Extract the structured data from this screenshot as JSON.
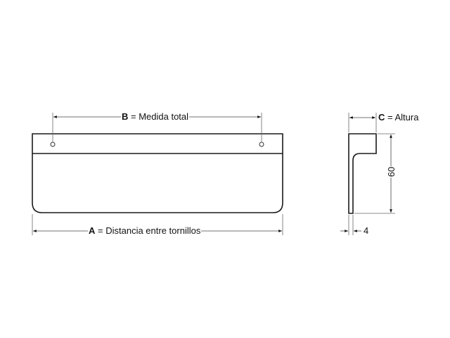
{
  "diagram": {
    "front_view": {
      "dim_b": {
        "letter": "B",
        "text": "= Medida total"
      },
      "dim_a": {
        "letter": "A",
        "text": "= Distancia entre tornillos"
      }
    },
    "side_view": {
      "dim_c": {
        "letter": "C",
        "text": "=  Altura"
      },
      "height_value": "60",
      "thickness_value": "4"
    },
    "colors": {
      "line": "#1a1a1a",
      "dim_line": "#555555",
      "background": "#ffffff"
    }
  }
}
